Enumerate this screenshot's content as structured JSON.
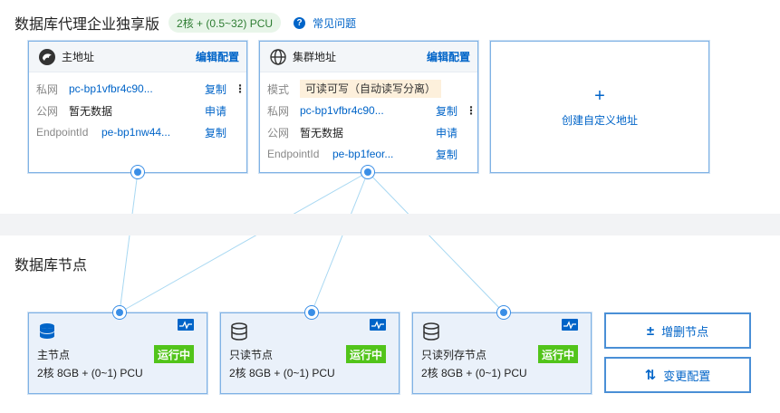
{
  "header": {
    "title": "数据库代理企业独享版",
    "spec_badge": "2核 + (0.5~32) PCU",
    "faq": "常见问题"
  },
  "primary_address": {
    "title": "主地址",
    "edit": "编辑配置",
    "rows": [
      {
        "key": "私网",
        "value": "pc-bp1vfbr4c90...",
        "action": "复制"
      },
      {
        "key": "公网",
        "value": "暂无数据",
        "action": "申请"
      },
      {
        "key": "EndpointId",
        "value": "pe-bp1nw44...",
        "action": "复制"
      }
    ]
  },
  "cluster_address": {
    "title": "集群地址",
    "edit": "编辑配置",
    "mode_key": "模式",
    "mode_value": "可读可写（自动读写分离）",
    "rows": [
      {
        "key": "私网",
        "value": "pc-bp1vfbr4c90...",
        "action": "复制"
      },
      {
        "key": "公网",
        "value": "暂无数据",
        "action": "申请"
      },
      {
        "key": "EndpointId",
        "value": "pe-bp1feor...",
        "action": "复制"
      }
    ]
  },
  "create_custom": {
    "plus": "+",
    "label": "创建自定义地址"
  },
  "nodes_section": {
    "title": "数据库节点"
  },
  "nodes": [
    {
      "name": "主节点",
      "spec": "2核 8GB + (0~1) PCU",
      "status": "运行中"
    },
    {
      "name": "只读节点",
      "spec": "2核 8GB + (0~1) PCU",
      "status": "运行中"
    },
    {
      "name": "只读列存节点",
      "spec": "2核 8GB + (0~1) PCU",
      "status": "运行中"
    }
  ],
  "buttons": {
    "add_remove": "增删节点",
    "change_config": "变更配置"
  },
  "colors": {
    "accent": "#0064c8",
    "running": "#52c41a",
    "card_border": "#7fb2e5",
    "connector": "#9fd3f0"
  }
}
